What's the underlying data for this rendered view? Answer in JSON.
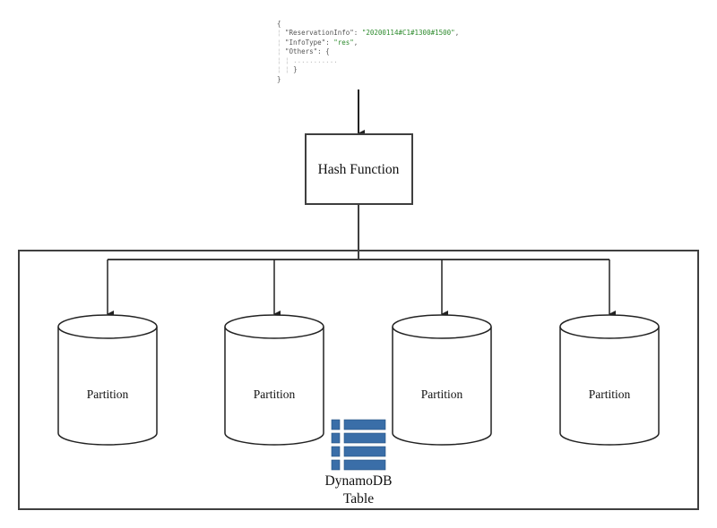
{
  "json_snippet": {
    "open_brace": "{",
    "fields": [
      {
        "key": "\"ReservationInfo\"",
        "value": "\"20200114#C1#1300#1500\""
      },
      {
        "key": "\"InfoType\"",
        "value": "\"res\""
      },
      {
        "key": "\"Others\"",
        "value": "{"
      }
    ],
    "ellipsis": "...........",
    "inner_close": "}",
    "close_brace": "}"
  },
  "hash_function": {
    "label": "Hash Function"
  },
  "table": {
    "label_line1": "DynamoDB",
    "label_line2": "Table",
    "icon": "dynamodb-table-icon",
    "icon_color": "#3a6ea8"
  },
  "partitions": [
    {
      "label": "Partition"
    },
    {
      "label": "Partition"
    },
    {
      "label": "Partition"
    },
    {
      "label": "Partition"
    }
  ],
  "colors": {
    "line": "#3f3f3f",
    "json_string": "#2e8b2e",
    "json_key": "#555555"
  }
}
